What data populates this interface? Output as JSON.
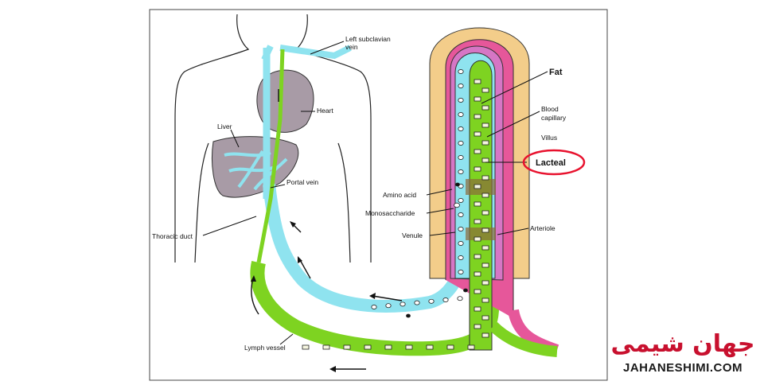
{
  "labels": {
    "left_subclavian_vein": [
      "Left subclavian",
      "vein"
    ],
    "heart": "Heart",
    "liver": "Liver",
    "portal_vein": "Portal vein",
    "thoracic_duct": "Thoracic duct",
    "lymph_vessel": "Lymph vessel",
    "fat": "Fat",
    "blood_capillary": [
      "Blood",
      "capillary"
    ],
    "villus": "Villus",
    "lacteal": "Lacteal",
    "amino_acid": "Amino acid",
    "monosaccharide": "Monosaccharide",
    "venule": "Venule",
    "arteriole": "Arteriole"
  },
  "watermark": {
    "persian": "جهان شیمی",
    "latin": "JAHANESHIMI.COM"
  },
  "colors": {
    "lymph": "#7ed321",
    "blood_vein": "#8fe3ef",
    "artery": "#e6579a",
    "villus_outer": "#f3cd8a",
    "villus_mid": "#d676c5",
    "organ": "#a89ba6",
    "highlight": "#e8122e"
  }
}
